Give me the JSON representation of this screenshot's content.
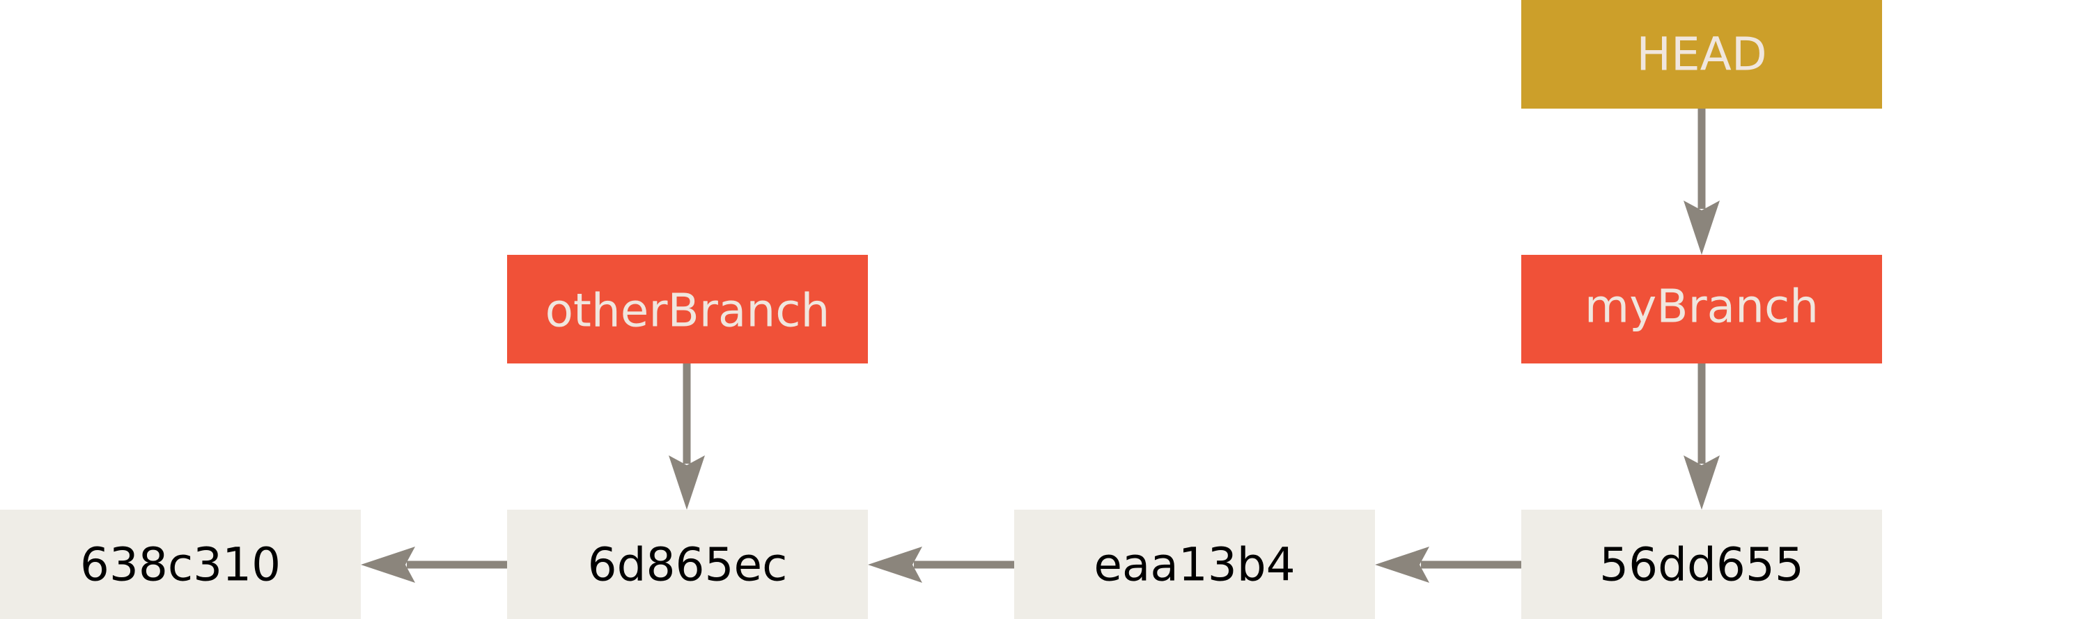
{
  "diagram": {
    "head": {
      "label": "HEAD",
      "color": "#cc9f2a"
    },
    "branches": [
      {
        "id": "mybranch",
        "label": "myBranch",
        "color": "#f05138"
      },
      {
        "id": "otherbranch",
        "label": "otherBranch",
        "color": "#f05138"
      }
    ],
    "commits": [
      {
        "id": "c1",
        "label": "638c310"
      },
      {
        "id": "c2",
        "label": "6d865ec"
      },
      {
        "id": "c3",
        "label": "eaa13b4"
      },
      {
        "id": "c4",
        "label": "56dd655"
      }
    ],
    "commit_color": "#efede7",
    "edge_color": "#8b857c"
  }
}
